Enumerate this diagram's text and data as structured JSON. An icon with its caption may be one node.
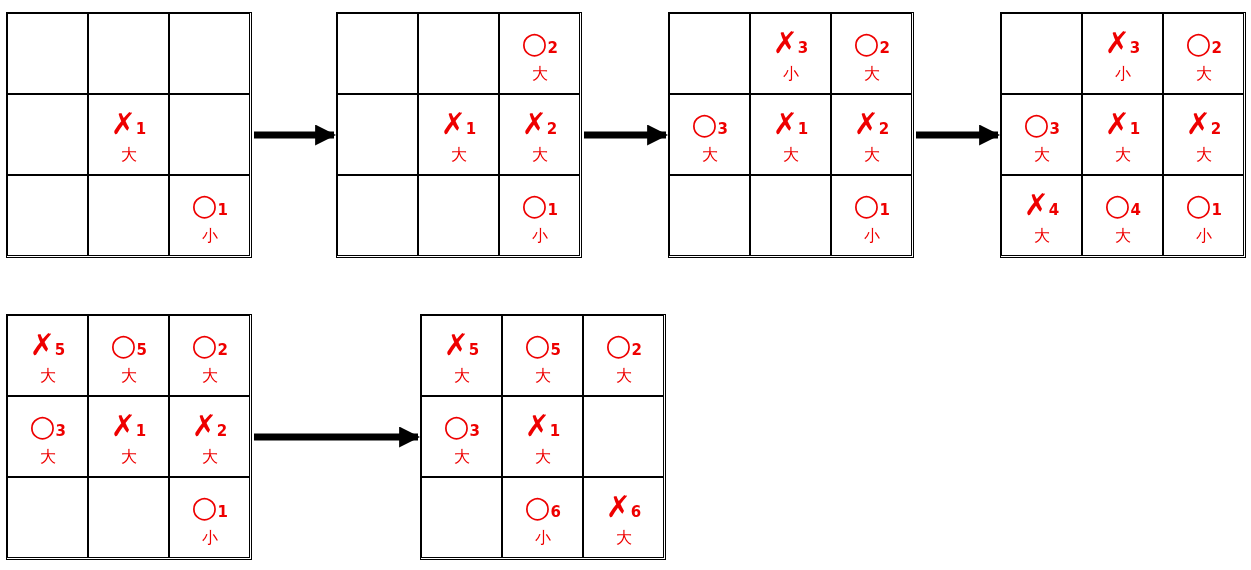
{
  "diagram": {
    "nodes": [
      {
        "text": [],
        "shape": "box"
      },
      {
        "text": [],
        "shape": "box",
        "in": 0
      },
      {
        "text": [],
        "shape": "box",
        "in": 0
      },
      {
        "text": [],
        "shape": "box",
        "in": 0
      },
      {
        "text": [],
        "shape": "box",
        "in": 0
      },
      {
        "text": [
          "✗",
          "1",
          "大"
        ],
        "in": 0
      },
      {
        "text": [],
        "shape": "box",
        "in": 0
      },
      {
        "text": [],
        "shape": "box",
        "in": 0
      },
      {
        "text": [],
        "shape": "box",
        "in": 0
      },
      {
        "text": [
          "○",
          "1",
          "小"
        ],
        "in": 0
      },
      {
        "text": [],
        "shape": "box"
      },
      {
        "text": [],
        "shape": "box",
        "in": 10
      },
      {
        "text": [],
        "shape": "box",
        "in": 10
      },
      {
        "text": [
          "○",
          "2",
          "大"
        ],
        "in": 10
      },
      {
        "text": [],
        "shape": "box",
        "in": 10
      },
      {
        "text": [
          "✗",
          "1",
          "大"
        ],
        "in": 10
      },
      {
        "text": [
          "✗",
          "2",
          "大"
        ],
        "in": 10
      },
      {
        "text": [],
        "shape": "box",
        "in": 10
      },
      {
        "text": [],
        "shape": "box",
        "in": 10
      },
      {
        "text": [
          "○",
          "1",
          "小"
        ],
        "in": 10
      },
      {
        "text": [],
        "shape": "box"
      },
      {
        "text": [],
        "shape": "box",
        "in": 20
      },
      {
        "text": [
          "✗",
          "3",
          "小"
        ],
        "in": 20
      },
      {
        "text": [
          "○",
          "2",
          "大"
        ],
        "in": 20
      },
      {
        "text": [
          "○",
          "3",
          "大"
        ],
        "in": 20
      },
      {
        "text": [
          "✗",
          "1",
          "大"
        ],
        "in": 20
      },
      {
        "text": [
          "✗",
          "2",
          "大"
        ],
        "in": 20
      },
      {
        "text": [],
        "shape": "box",
        "in": 20
      },
      {
        "text": [],
        "shape": "box",
        "in": 20
      },
      {
        "text": [
          "○",
          "1",
          "小"
        ],
        "in": 20
      },
      {
        "text": [],
        "shape": "box"
      },
      {
        "text": [],
        "shape": "box",
        "in": 30
      },
      {
        "text": [
          "✗",
          "3",
          "小"
        ],
        "in": 30
      },
      {
        "text": [
          "○",
          "2",
          "大"
        ],
        "in": 30
      },
      {
        "text": [
          "○",
          "3",
          "大"
        ],
        "in": 30
      },
      {
        "text": [
          "✗",
          "1",
          "大"
        ],
        "in": 30
      },
      {
        "text": [
          "✗",
          "2",
          "大"
        ],
        "in": 30
      },
      {
        "text": [
          "✗",
          "4",
          "大"
        ],
        "in": 30
      },
      {
        "text": [
          "○",
          "4",
          "大"
        ],
        "in": 30
      },
      {
        "text": [
          "○",
          "1",
          "小"
        ],
        "in": 30
      },
      {
        "text": [],
        "shape": "box"
      },
      {
        "text": [
          "✗",
          "5",
          "大"
        ],
        "in": 40
      },
      {
        "text": [
          "○",
          "5",
          "大"
        ],
        "in": 40
      },
      {
        "text": [
          "○",
          "2",
          "大"
        ],
        "in": 40
      },
      {
        "text": [
          "○",
          "3",
          "大"
        ],
        "in": 40
      },
      {
        "text": [
          "✗",
          "1",
          "大"
        ],
        "in": 40
      },
      {
        "text": [
          "✗",
          "2",
          "大"
        ],
        "in": 40
      },
      {
        "text": [],
        "shape": "box",
        "in": 40
      },
      {
        "text": [],
        "shape": "box",
        "in": 40
      },
      {
        "text": [
          "○",
          "1",
          "小"
        ],
        "in": 40
      },
      {
        "text": [],
        "shape": "box"
      },
      {
        "text": [
          "✗",
          "5",
          "大"
        ],
        "in": 50
      },
      {
        "text": [
          "○",
          "5",
          "大"
        ],
        "in": 50
      },
      {
        "text": [
          "○",
          "2",
          "大"
        ],
        "in": 50
      },
      {
        "text": [
          "○",
          "3",
          "大"
        ],
        "in": 50
      },
      {
        "text": [
          "✗",
          "1",
          "大"
        ],
        "in": 50
      },
      {
        "text": [],
        "shape": "box",
        "in": 50
      },
      {
        "text": [],
        "shape": "box",
        "in": 50
      },
      {
        "text": [
          "○",
          "6",
          "小"
        ],
        "in": 50
      },
      {
        "text": [
          "✗",
          "6",
          "大"
        ],
        "in": 50
      }
    ],
    "edges": [
      {
        "from": 0,
        "to": 10,
        "arrow": "to"
      },
      {
        "from": 10,
        "to": 20,
        "arrow": "to"
      },
      {
        "from": 20,
        "to": 30,
        "arrow": "to"
      },
      {
        "from": 40,
        "to": 50,
        "arrow": "to"
      }
    ]
  }
}
